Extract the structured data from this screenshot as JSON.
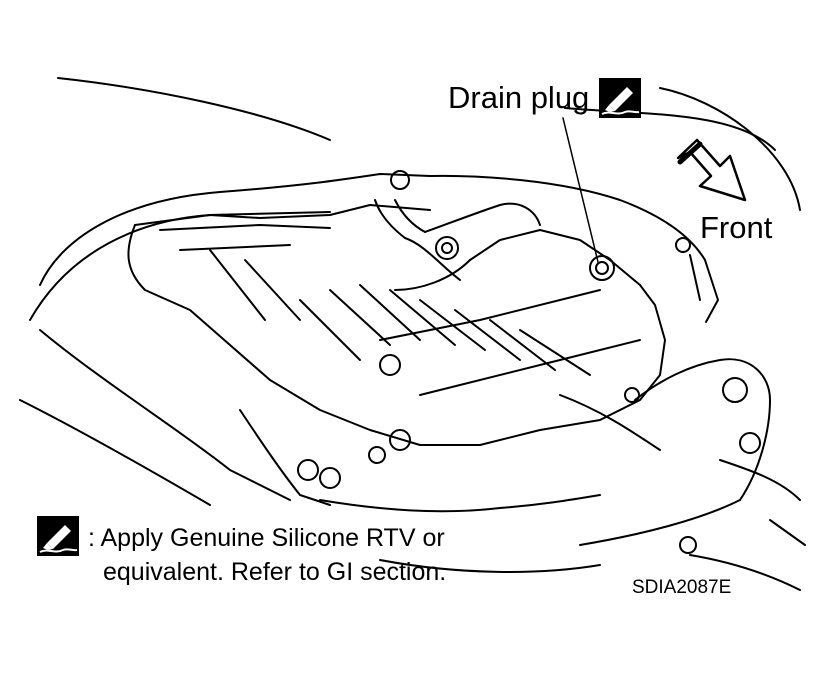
{
  "labels": {
    "drain_plug": "Drain plug",
    "front": "Front",
    "legend_line1": ": Apply Genuine Silicone RTV or",
    "legend_line2": "equivalent. Refer to GI section.",
    "figure_code": "SDIA2087E"
  },
  "icons": {
    "sealant": "sealant-tube-icon",
    "direction": "front-arrow-icon"
  },
  "colors": {
    "ink": "#000000",
    "paper": "#ffffff"
  }
}
